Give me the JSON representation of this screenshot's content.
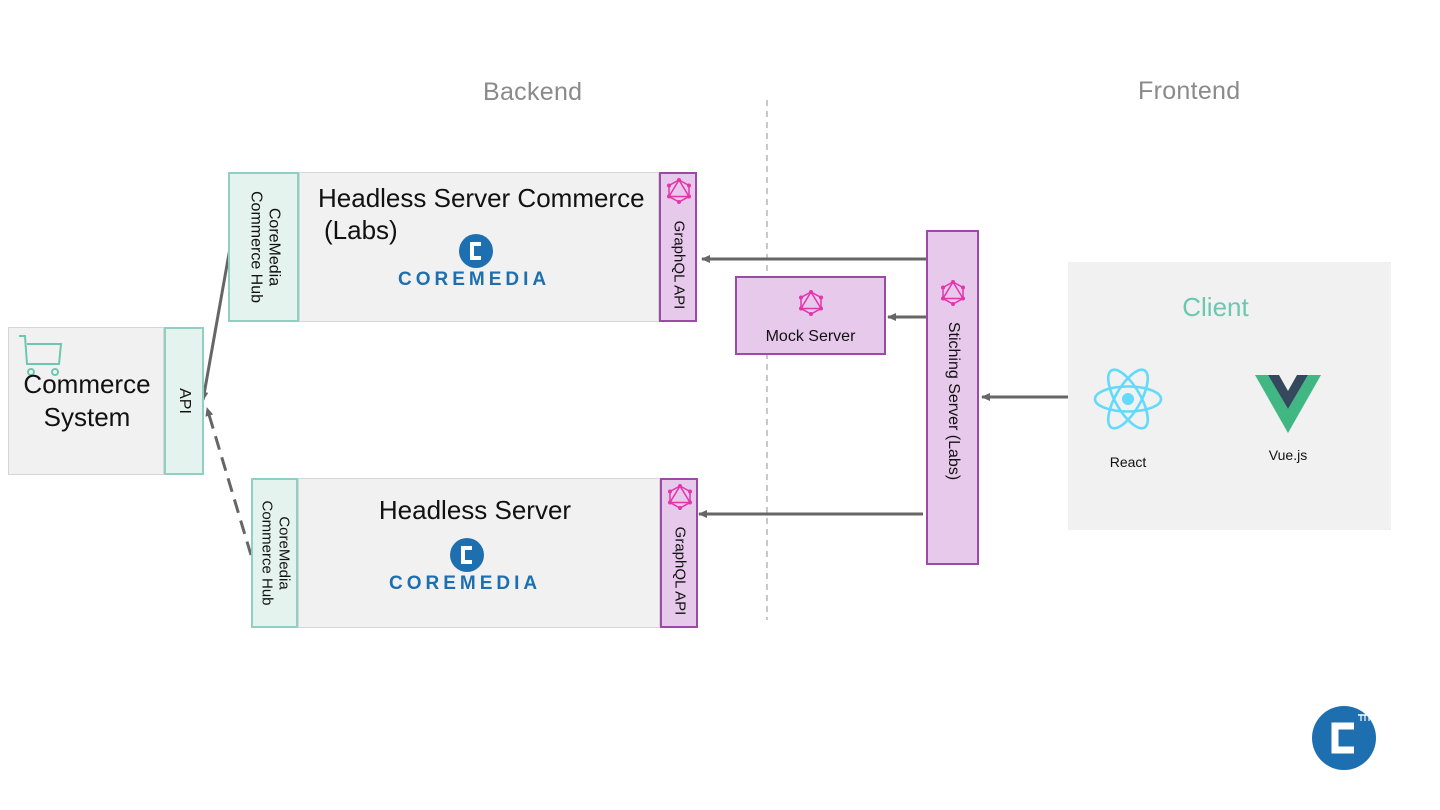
{
  "sections": {
    "backend": "Backend",
    "frontend": "Frontend"
  },
  "commerce": {
    "title_line1": "Commerce",
    "title_line2": "System",
    "api": "API"
  },
  "hsc": {
    "title_line1": "Headless Server Commerce",
    "title_line2": "(Labs)",
    "hub": "CoreMedia\nCommerce Hub",
    "graphql": "GraphQL API",
    "logo_word": "COREMEDIA"
  },
  "hs": {
    "title": "Headless Server",
    "hub": "CoreMedia\nCommerce Hub",
    "graphql": "GraphQL API",
    "logo_word": "COREMEDIA"
  },
  "mock": {
    "label": "Mock Server"
  },
  "stitching": {
    "label": "Stiching Server (Labs)"
  },
  "client": {
    "title": "Client",
    "react": "React",
    "vue": "Vue.js"
  },
  "colors": {
    "teal": "#6cc7b1",
    "pink": "#e535ab",
    "purple_border": "#9b4aa6",
    "coremedia_blue": "#1d6fb0",
    "react": "#61dafb",
    "vue_green": "#41b883",
    "vue_dark": "#35495e"
  },
  "icons": [
    "cart-icon",
    "graphql-icon",
    "coremedia-logo-icon",
    "react-icon",
    "vue-icon"
  ]
}
